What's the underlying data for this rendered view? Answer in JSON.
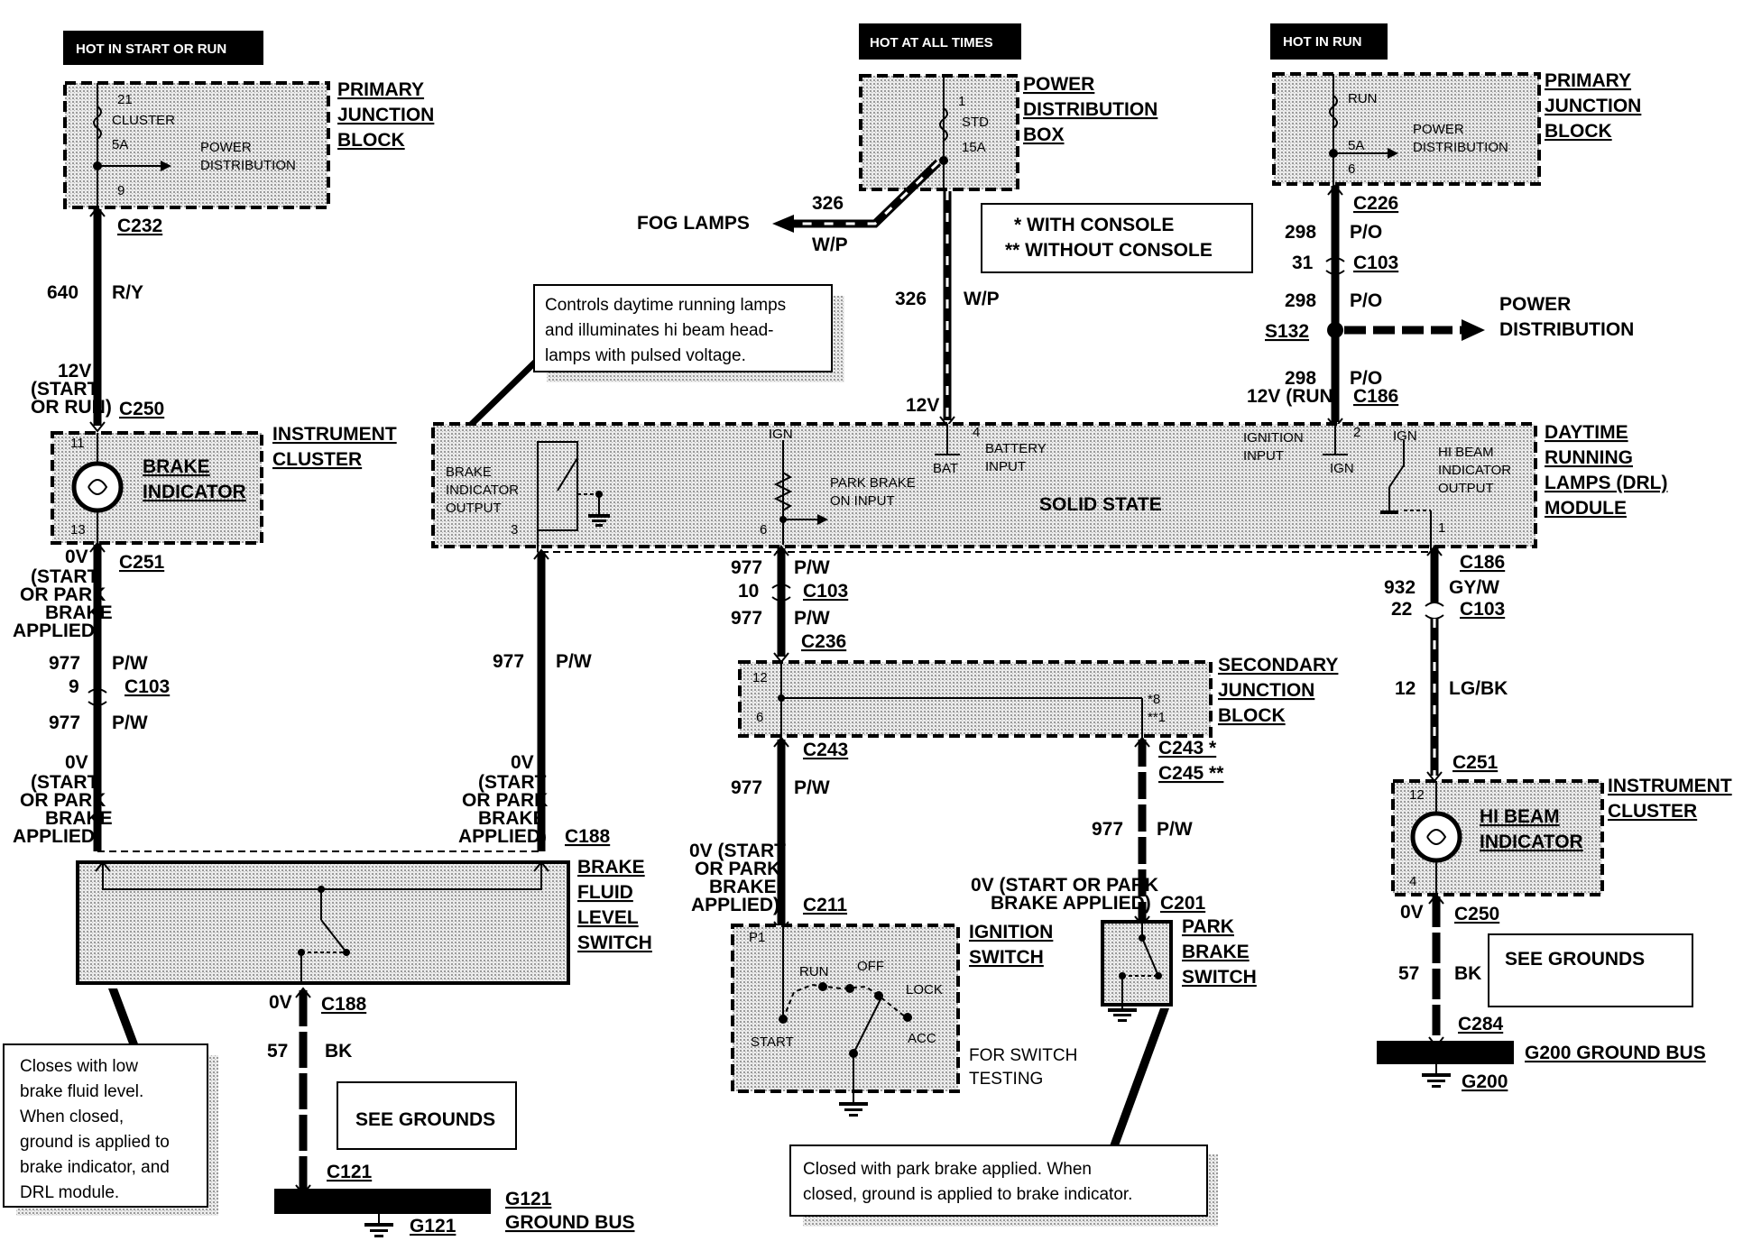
{
  "top_tags": {
    "left": "HOT IN START OR RUN",
    "center": "HOT AT ALL TIMES",
    "right": "HOT IN RUN"
  },
  "pjb_left": {
    "name_l1": "PRIMARY",
    "name_l2": "JUNCTION",
    "name_l3": "BLOCK",
    "p1": "21",
    "p2": "CLUSTER",
    "p3": "5A",
    "p4": "9",
    "out_l1": "POWER",
    "out_l2": "DISTRIBUTION"
  },
  "pdb": {
    "name_l1": "POWER",
    "name_l2": "DISTRIBUTION",
    "name_l3": "BOX",
    "p1": "1",
    "p2": "STD",
    "p3": "15A"
  },
  "pjb_right": {
    "name_l1": "PRIMARY",
    "name_l2": "JUNCTION",
    "name_l3": "BLOCK",
    "p1": "RUN",
    "p2": "5A",
    "p3": "6",
    "out_l1": "POWER",
    "out_l2": "DISTRIBUTION"
  },
  "fog": {
    "label": "FOG LAMPS",
    "circuit": "326",
    "color": "W/P"
  },
  "legend": {
    "l1": "*  WITH CONSOLE",
    "l2": "**  WITHOUT CONSOLE"
  },
  "note_top": {
    "l1": "Controls daytime running lamps",
    "l2": "and illuminates hi beam head-",
    "l3": "lamps with pulsed voltage."
  },
  "wires": {
    "c232": "C232",
    "n640": "640",
    "ry": "R/Y",
    "v12a": "12V",
    "v12b": "(START",
    "v12c": "OR RUN)",
    "c250a": "C250",
    "w326": "326",
    "wp": "W/P",
    "v12d": "12V",
    "c226": "C226",
    "n298a": "298",
    "po1": "P/O",
    "n31": "31",
    "c103a": "C103",
    "n298b": "298",
    "po2": "P/O",
    "s132": "S132",
    "pwr_l1": "POWER",
    "pwr_l2": "DISTRIBUTION",
    "n298c": "298",
    "po3": "P/O",
    "v12run": "12V (RUN)",
    "c186a": "C186"
  },
  "inst_left": {
    "name_l1": "INSTRUMENT",
    "name_l2": "CLUSTER",
    "ind_l1": "BRAKE",
    "ind_l2": "INDICATOR",
    "p1": "11",
    "p2": "13"
  },
  "drl": {
    "name_l1": "DAYTIME",
    "name_l2": "RUNNING",
    "name_l3": "LAMPS (DRL)",
    "name_l4": "MODULE",
    "center": "SOLID STATE",
    "bio1": "BRAKE",
    "bio2": "INDICATOR",
    "bio3": "OUTPUT",
    "bio_pin": "3",
    "ign1": "IGN",
    "pb1": "PARK BRAKE",
    "pb2": "ON INPUT",
    "pb_pin": "6",
    "bat_pin": "4",
    "bat1": "BATTERY",
    "bat2": "INPUT",
    "bat3": "BAT",
    "ii1": "IGNITION",
    "ii2": "INPUT",
    "ii_pin": "2",
    "ign2": "IGN",
    "ign3": "IGN",
    "hb1": "HI BEAM",
    "hb2": "INDICATOR",
    "hb3": "OUTPUT",
    "hb_pin": "1"
  },
  "left_col": {
    "c251": "C251",
    "ov1": "0V",
    "ov2": "(START",
    "ov3": "OR PARK",
    "ov4": "BRAKE",
    "ov5": "APPLIED)",
    "n977a": "977",
    "pw_a": "P/W",
    "n9": "9",
    "c103": "C103",
    "n977b": "977",
    "pw_b": "P/W",
    "ov6": "0V",
    "ov7": "(START",
    "ov8": "OR PARK",
    "ov9": "BRAKE",
    "ov10": "APPLIED)"
  },
  "mid_col": {
    "n977": "977",
    "pw": "P/W",
    "ov1": "0V",
    "ov2": "(START",
    "ov3": "OR PARK",
    "ov4": "BRAKE",
    "ov5": "APPLIED)",
    "c188": "C188"
  },
  "bfls": {
    "l1": "BRAKE",
    "l2": "FLUID",
    "l3": "LEVEL",
    "l4": "SWITCH",
    "ov": "0V",
    "c188": "C188",
    "n57": "57",
    "bk": "BK",
    "see": "SEE GROUNDS",
    "c121": "C121",
    "g1": "G121",
    "g2": "GROUND BUS",
    "g3": "G121"
  },
  "note_left": {
    "l1": "Closes with low",
    "l2": "brake fluid level.",
    "l3": "When closed,",
    "l4": "ground is applied to",
    "l5": "brake indicator, and",
    "l6": "DRL module."
  },
  "center_col": {
    "n977a": "977",
    "pw_a": "P/W",
    "n10": "10",
    "c103": "C103",
    "n977b": "977",
    "pw_b": "P/W",
    "c236": "C236",
    "sjb_l1": "SECONDARY",
    "sjb_l2": "JUNCTION",
    "sjb_l3": "BLOCK",
    "p12": "12",
    "p6": "6",
    "p8": "*8",
    "p1": "**1",
    "c243": "C243",
    "c243s": "C243 *",
    "c245": "C245 **",
    "n977c": "977",
    "pw_c": "P/W",
    "ov1": "0V (START",
    "ov2": "OR PARK",
    "ov3": "BRAKE",
    "ov4": "APPLIED)",
    "c211": "C211",
    "n977d": "977",
    "pw_d": "P/W",
    "ov5": "0V (START OR PARK",
    "ov6": "BRAKE APPLIED)",
    "c201": "C201"
  },
  "ign_sw": {
    "name_l1": "IGNITION",
    "name_l2": "SWITCH",
    "p1": "P1",
    "run": "RUN",
    "off": "OFF",
    "lock": "LOCK",
    "start": "START",
    "acc": "ACC",
    "test1": "FOR SWITCH",
    "test2": "TESTING"
  },
  "park_sw": {
    "l1": "PARK",
    "l2": "BRAKE",
    "l3": "SWITCH"
  },
  "note_bottom": {
    "l1": "Closed with park brake applied.  When",
    "l2": "closed, ground is applied to brake indicator."
  },
  "right_col": {
    "c186": "C186",
    "n932": "932",
    "gyw": "GY/W",
    "n22": "22",
    "c103": "C103",
    "n12": "12",
    "lgbk": "LG/BK",
    "c251": "C251",
    "inst_l1": "INSTRUMENT",
    "inst_l2": "CLUSTER",
    "hb1": "HI BEAM",
    "hb2": "INDICATOR",
    "p12": "12",
    "p4": "4",
    "ov": "0V",
    "c250": "C250",
    "n57": "57",
    "bk": "BK",
    "see": "SEE GROUNDS",
    "c284": "C284",
    "gbus": "G200 GROUND BUS",
    "g200": "G200"
  }
}
